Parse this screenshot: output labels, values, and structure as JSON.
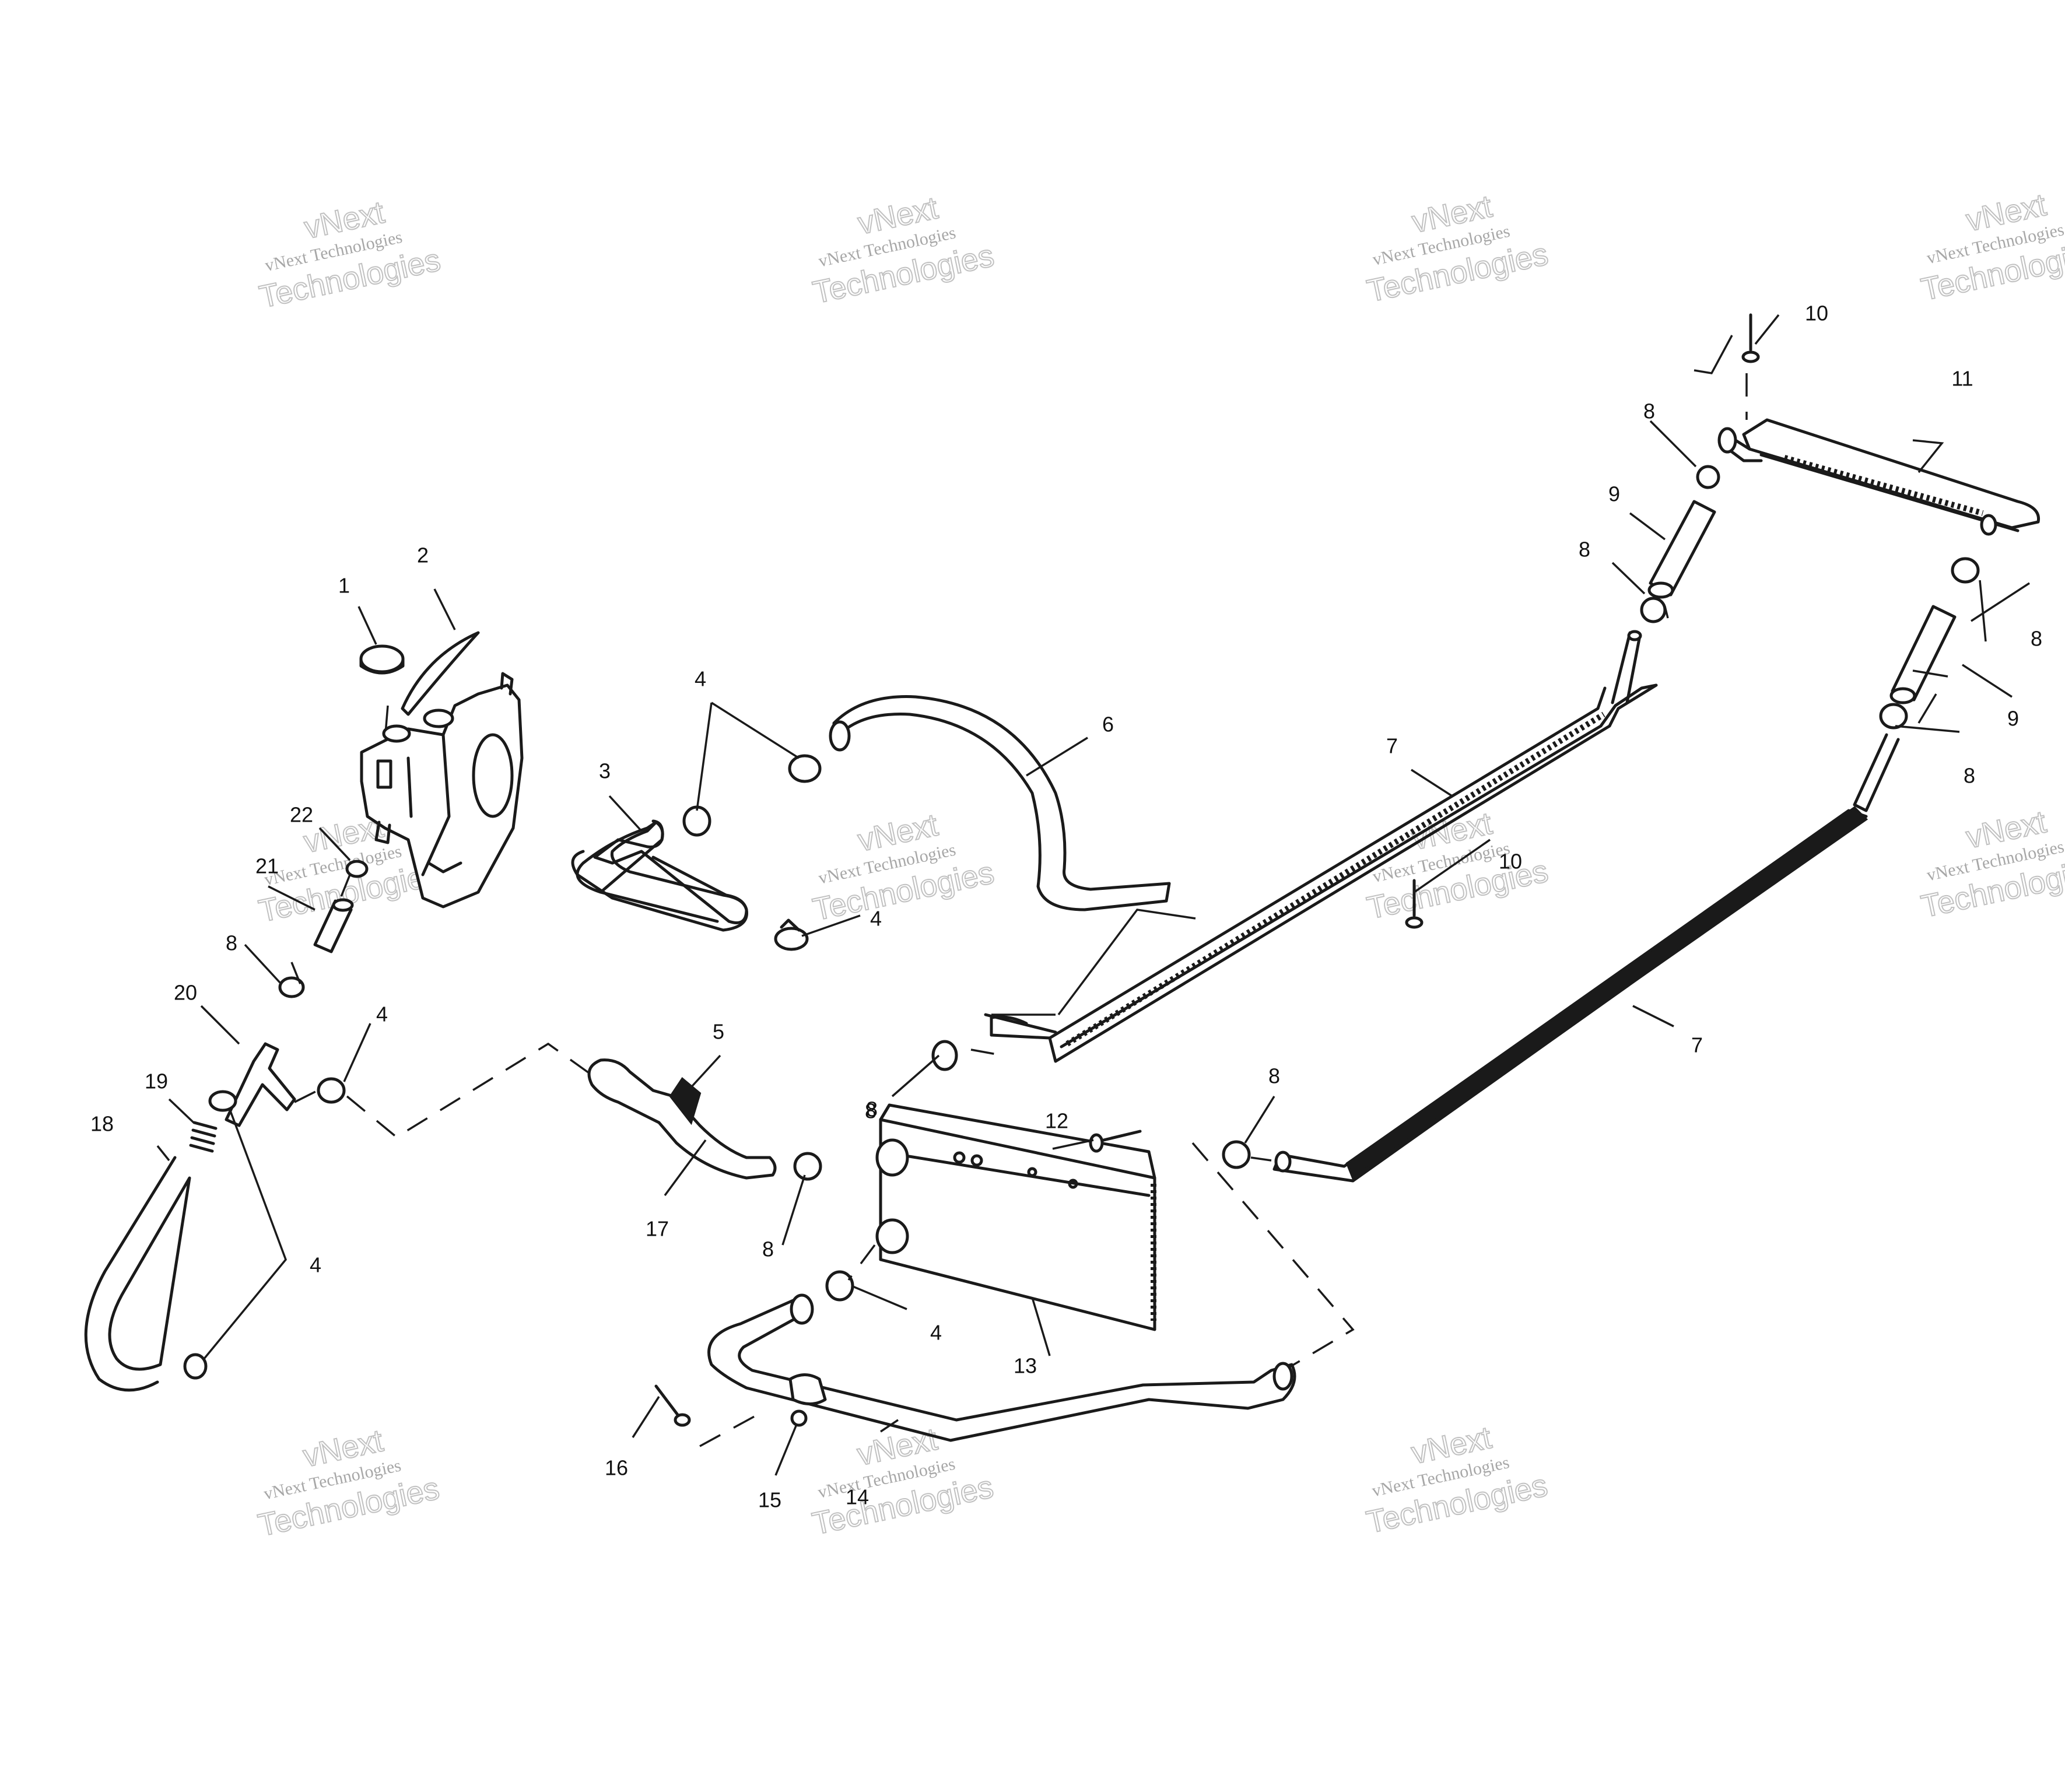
{
  "diagram": {
    "callouts": {
      "c1": "1",
      "c2": "2",
      "c3": "3",
      "c4a": "4",
      "c4b": "4",
      "c4c": "4",
      "c4d": "4",
      "c4e": "4",
      "c5": "5",
      "c6": "6",
      "c7a": "7",
      "c7b": "7",
      "c8a": "8",
      "c8b": "8",
      "c8c": "8",
      "c8d": "8",
      "c8e": "8",
      "c8f": "8",
      "c8g": "8",
      "c8h": "8",
      "c8i": "8",
      "c9a": "9",
      "c9b": "9",
      "c10a": "10",
      "c10b": "10",
      "c11": "11",
      "c12": "12",
      "c13": "13",
      "c14": "14",
      "c15": "15",
      "c16": "16",
      "c17": "17",
      "c18": "18",
      "c19": "19",
      "c20": "20",
      "c21": "21",
      "c22": "22"
    },
    "watermark": {
      "line1": "vNext",
      "line2": "vNext Technologies",
      "line3": "Technologies"
    }
  }
}
